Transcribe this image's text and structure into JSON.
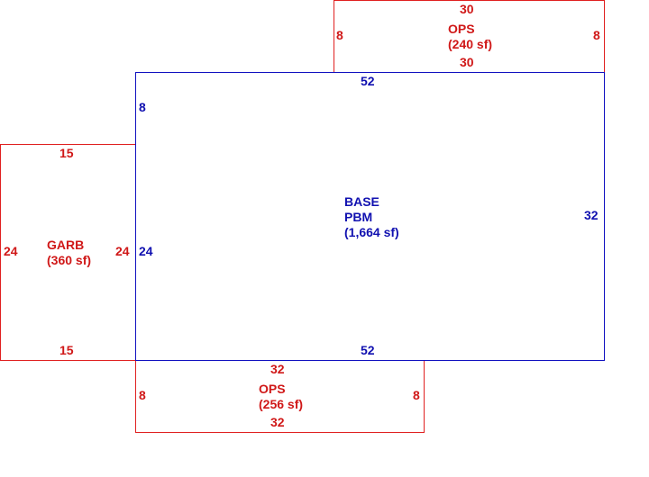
{
  "colors": {
    "addition": "#e02020",
    "base": "#1010c0"
  },
  "sections": {
    "base": {
      "name": "BASE",
      "code": "PBM",
      "area": "(1,664 sf)",
      "dims": {
        "top": "52",
        "bottom": "52",
        "left_upper": "8",
        "left_lower": "24",
        "right": "32"
      }
    },
    "ops_top": {
      "name": "OPS",
      "area": "(240 sf)",
      "dims": {
        "top": "30",
        "bottom": "30",
        "left": "8",
        "right": "8"
      }
    },
    "garb": {
      "name": "GARB",
      "area": "(360 sf)",
      "dims": {
        "top": "15",
        "bottom": "15",
        "left": "24",
        "right": "24"
      }
    },
    "ops_bottom": {
      "name": "OPS",
      "area": "(256 sf)",
      "dims": {
        "top": "32",
        "bottom": "32",
        "left": "8",
        "right": "8"
      }
    }
  }
}
